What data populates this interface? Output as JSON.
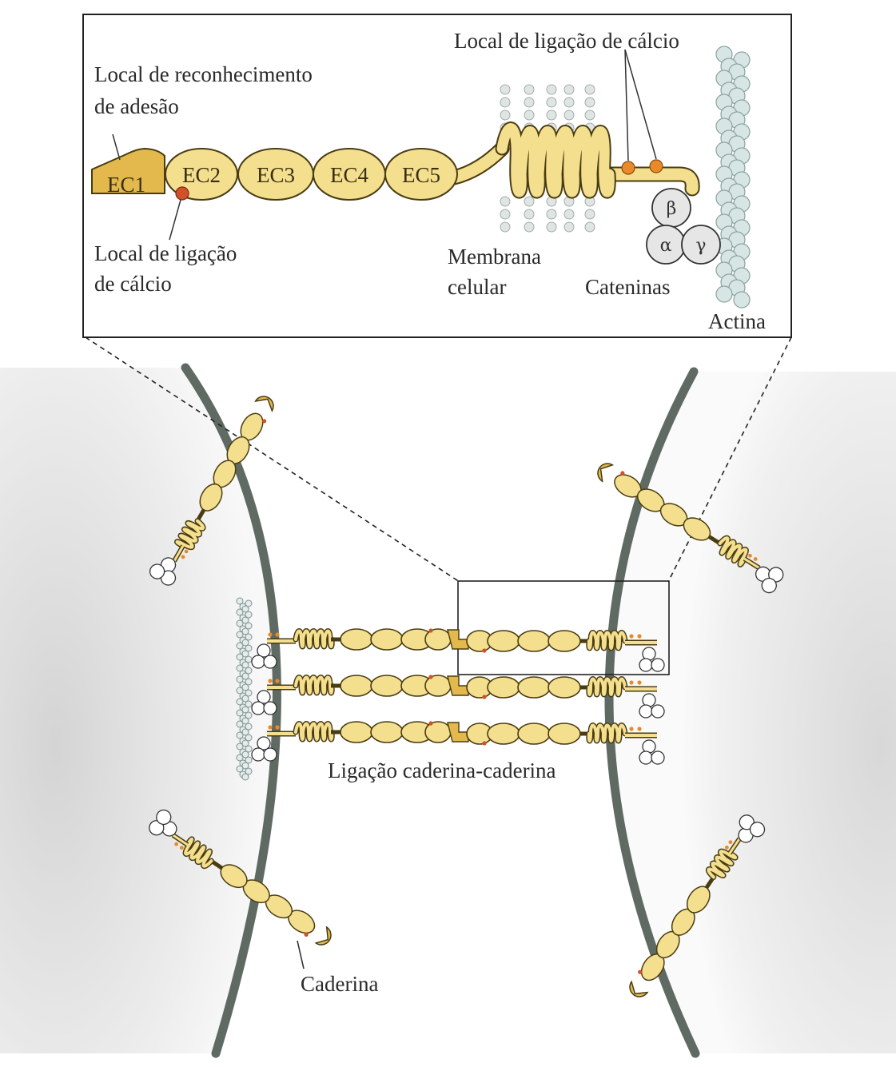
{
  "inset": {
    "labels": {
      "recognition_line1": "Local de reconhecimento",
      "recognition_line2": "de adesão",
      "calcium_top": "Local de ligação de cálcio",
      "calcium_left_line1": "Local de ligação",
      "calcium_left_line2": "de cálcio",
      "membrane_line1": "Membrana",
      "membrane_line2": "celular",
      "catenins": "Cateninas",
      "actin": "Actina"
    },
    "domains": [
      "EC1",
      "EC2",
      "EC3",
      "EC4",
      "EC5"
    ],
    "catenin_symbols": {
      "beta": "β",
      "alpha": "α",
      "gamma": "γ"
    }
  },
  "main": {
    "labels": {
      "binding": "Ligação caderina-caderina",
      "cadherin": "Caderina"
    }
  },
  "colors": {
    "domain_fill": "#f3df8e",
    "domain_stroke": "#4a3c12",
    "ec1_fill": "#e3b94e",
    "calcium_dot": "#e98a2a",
    "calcium_red": "#d2502a",
    "membrane": "#5e6a62",
    "actin_bead": "#d7e6e4",
    "catenin_fill": "#e6e6e6"
  }
}
